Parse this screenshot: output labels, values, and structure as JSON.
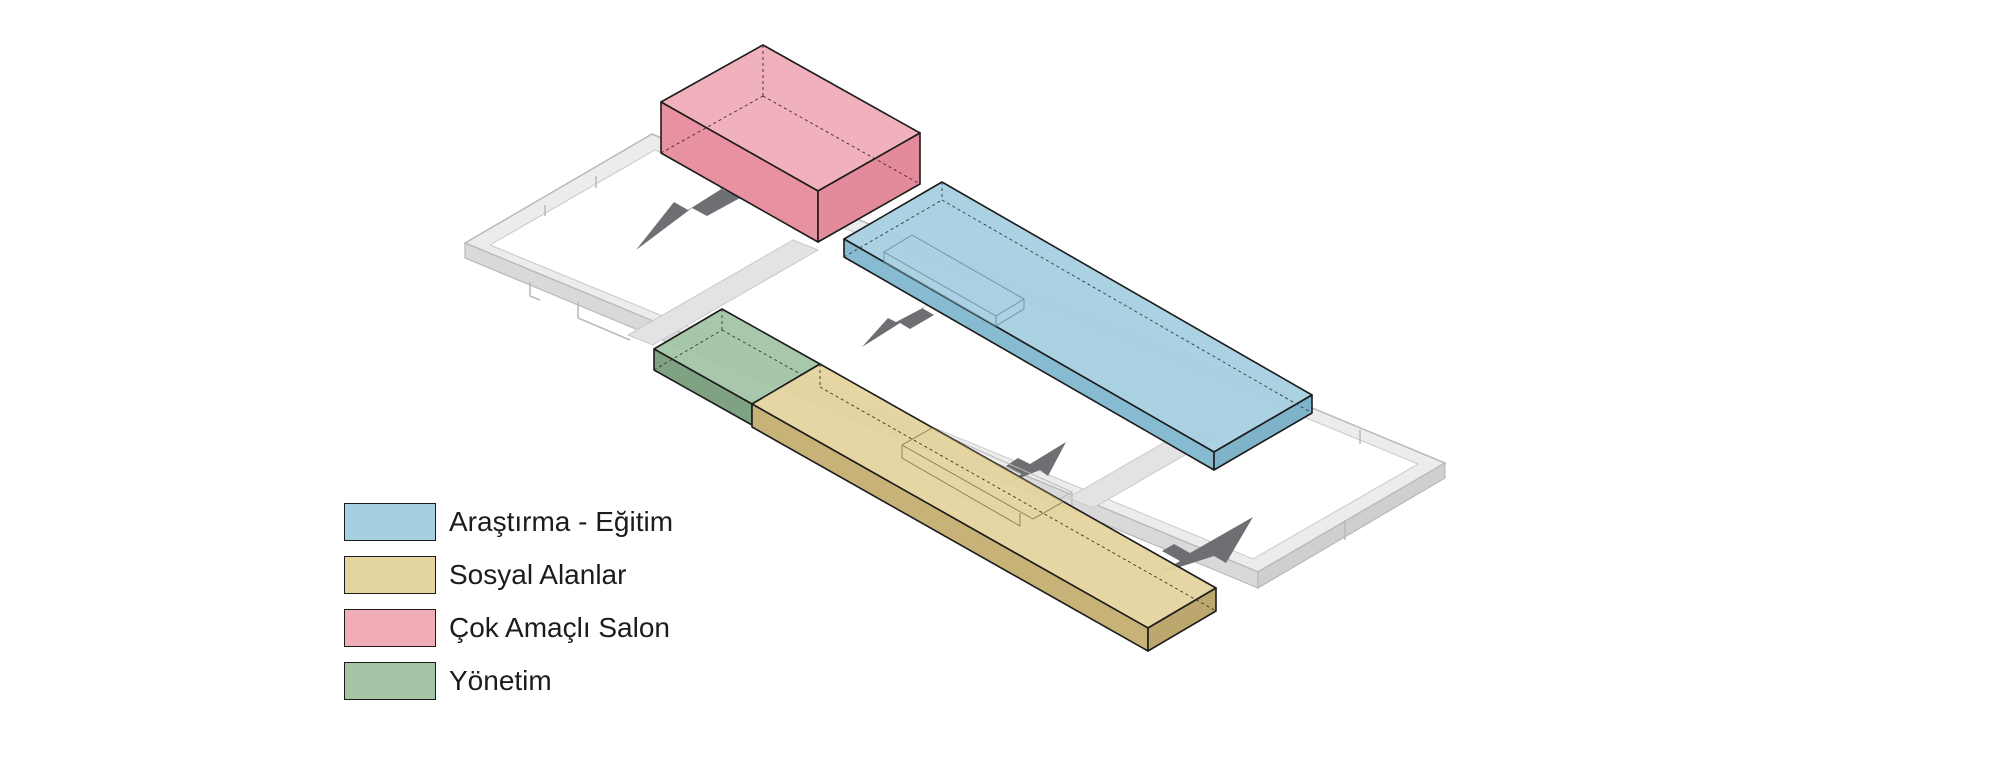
{
  "legend": {
    "items": [
      {
        "label": "Araştırma - Eğitim",
        "color": "#a6d0e0",
        "zone": "research-education"
      },
      {
        "label": "Sosyal Alanlar",
        "color": "#e4d49e",
        "zone": "social-areas"
      },
      {
        "label": "Çok Amaçlı Salon",
        "color": "#f0adb8",
        "zone": "multipurpose-hall"
      },
      {
        "label": "Yönetim",
        "color": "#a3c5a6",
        "zone": "administration"
      }
    ]
  },
  "diagram": {
    "base_color": "#e6e6e6",
    "arrow_color": "#6e6f72",
    "outline_color": "#1c1c1c"
  }
}
